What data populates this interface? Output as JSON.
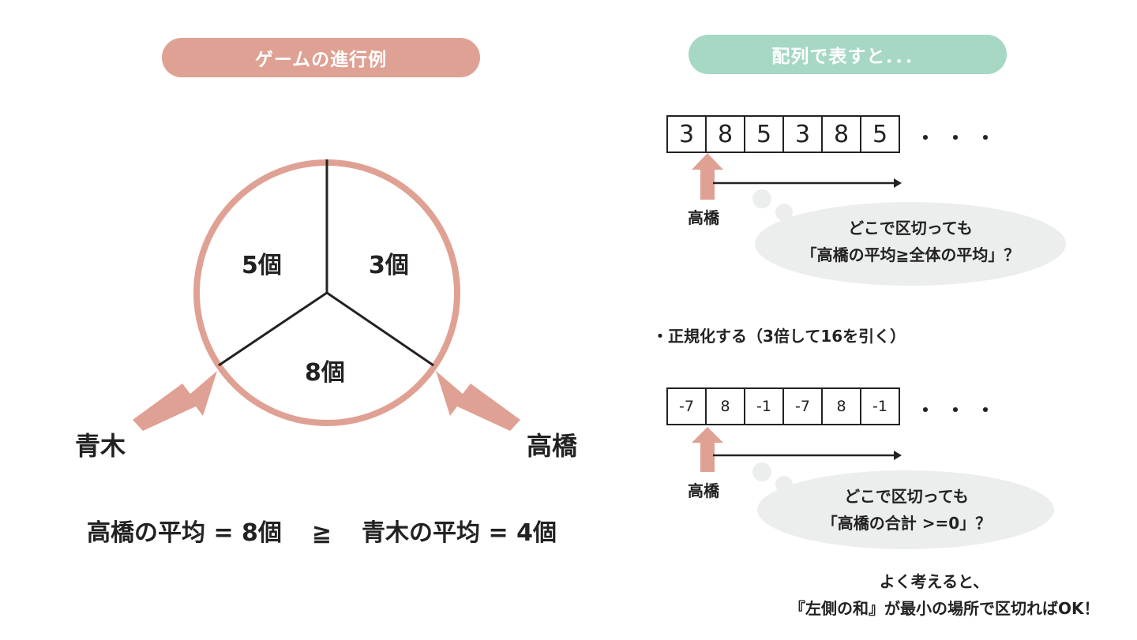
{
  "colors": {
    "salmon": "#dfa193",
    "mint": "#a6d8c4",
    "cloud": "#eceeee",
    "ink": "#222222"
  },
  "left": {
    "pill_title": "ゲームの進行例",
    "sectors": {
      "top_left": "5個",
      "top_right": "3個",
      "bottom": "8個"
    },
    "player_left": "青木",
    "player_right": "高橋",
    "equation": {
      "takahashi": "高橋の平均 = 8個",
      "op": "≧",
      "aoki": "青木の平均 = 4個"
    }
  },
  "right": {
    "pill_title": "配列で表すと．．．",
    "array1": [
      "3",
      "8",
      "5",
      "3",
      "8",
      "5"
    ],
    "array1_dots": "・・・",
    "pointer1_label": "高橋",
    "cloud1": {
      "line1": "どこで区切っても",
      "line2": "「高橋の平均≧全体の平均」？"
    },
    "normalize_text": "・正規化する（3倍して16を引く）",
    "array2": [
      "-7",
      "8",
      "-1",
      "-7",
      "8",
      "-1"
    ],
    "array2_dots": "・・・",
    "pointer2_label": "高橋",
    "cloud2": {
      "line1": "どこで区切っても",
      "line2": "「高橋の合計 >=0」？"
    },
    "conclusion": {
      "line1": "よく考えると、",
      "line2": "『左側の和』が最小の場所で区切ればOK！"
    }
  }
}
